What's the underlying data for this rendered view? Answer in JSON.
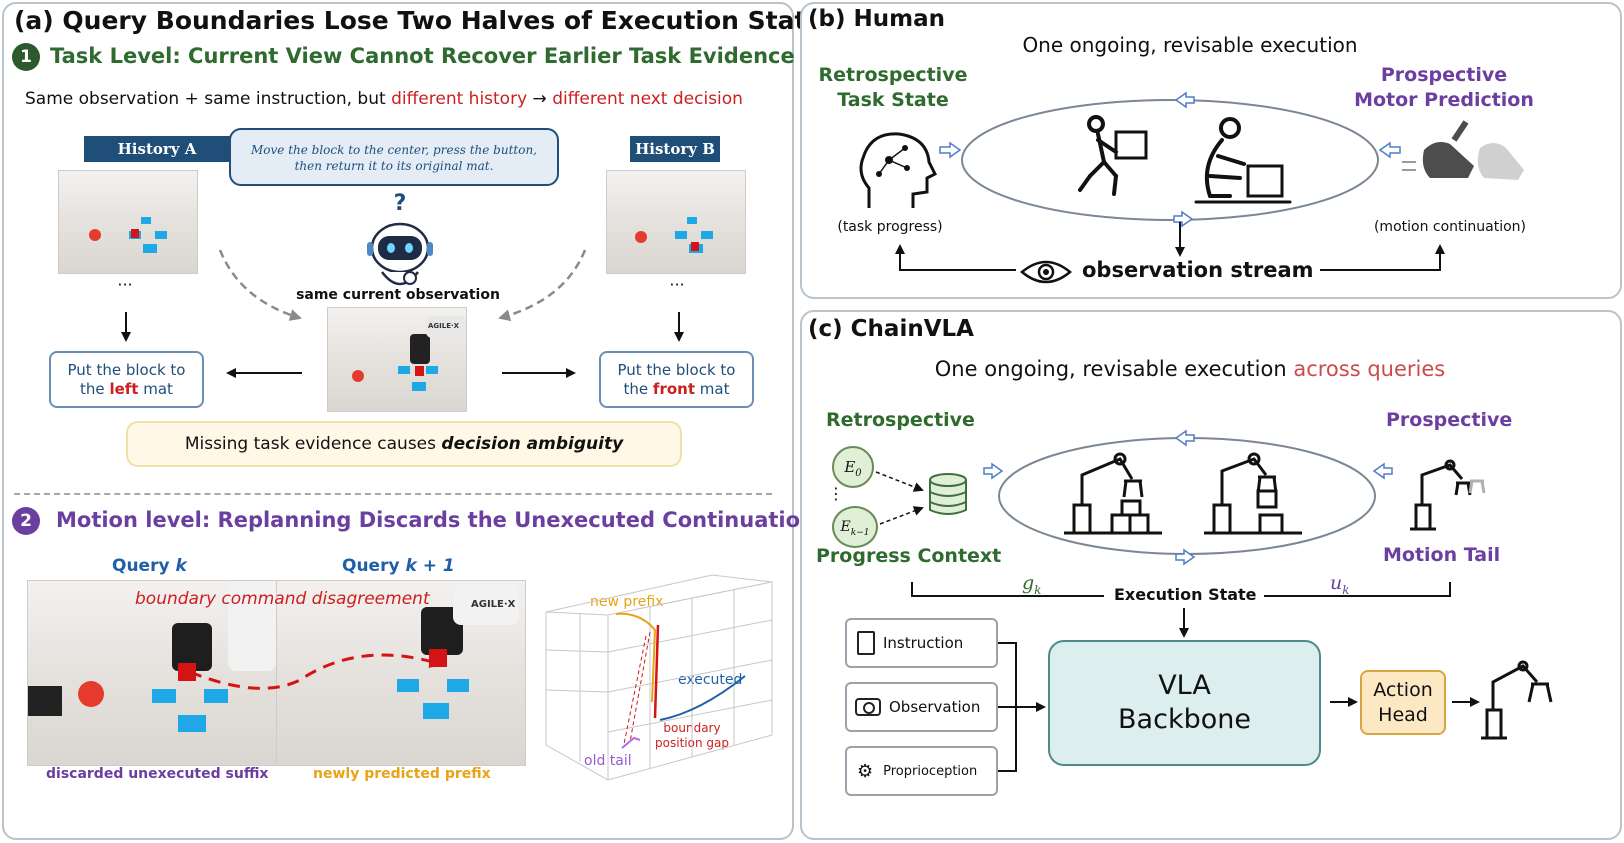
{
  "panel_a": {
    "title": "(a) Query Boundaries Lose Two Halves of Execution State",
    "task": {
      "num": "1",
      "heading": "Task Level: Current View Cannot Recover Earlier Task Evidence",
      "subtitle_start": "Same observation + same instruction, but",
      "subtitle_history": "different history",
      "subtitle_decision": "different next decision",
      "history_a": "History A",
      "history_b": "History B",
      "instruction_line1": "Move the block to the center, press the button,",
      "instruction_line2": "then return it to its original mat.",
      "question_mark": "?",
      "ellipsis": "···",
      "same_obs": "same current observation",
      "robot_brand": "AGILE·X",
      "out_a": {
        "line1": "Put the block to",
        "pre": "the",
        "key": "left",
        "post": "mat"
      },
      "out_b": {
        "line1": "Put the block to",
        "pre": "the",
        "key": "front",
        "post": "mat"
      },
      "ambiguity_pre": "Missing task evidence causes",
      "ambiguity_key": "decision ambiguity"
    },
    "motion": {
      "num": "2",
      "heading": "Motion level: Replanning Discards the Unexecuted Continuation",
      "query_k": "Query",
      "query_k_var": "k",
      "query_k1": "Query",
      "query_k1_var": "k + 1",
      "disagreement": "boundary command disagreement",
      "discarded": "discarded unexecuted suffix",
      "newly": "newly predicted prefix",
      "new_prefix": "new prefix",
      "executed": "executed",
      "gap_line1": "boundary",
      "gap_line2": "position gap",
      "old_tail": "old tail"
    }
  },
  "panel_b": {
    "title": "(b) Human",
    "subtitle": "One ongoing, revisable execution",
    "retro_line1": "Retrospective",
    "retro_line2": "Task State",
    "pro_line1": "Prospective",
    "pro_line2": "Motor Prediction",
    "task_progress": "(task progress)",
    "motion_cont": "(motion continuation)",
    "obs_stream": "observation stream"
  },
  "panel_c": {
    "title": "(c) ChainVLA",
    "subtitle_start": "One ongoing, revisable execution",
    "subtitle_key": "across queries",
    "retro": "Retrospective",
    "pro": "Prospective",
    "e0_base": "E",
    "e0_sub": "0",
    "ek_base": "E",
    "ek_sub": "k−1",
    "vdots": "⋮",
    "progress_ctx": "Progress Context",
    "motion_tail": "Motion Tail",
    "g_base": "g",
    "g_sub": "k",
    "u_base": "u",
    "u_sub": "k",
    "exec_state": "Execution State",
    "instruction": "Instruction",
    "observation": "Observation",
    "proprioception": "Proprioception",
    "vla_line1": "VLA",
    "vla_line2": "Backbone",
    "head_line1": "Action",
    "head_line2": "Head"
  },
  "colors": {
    "green": "#2f6b2f",
    "purple": "#6b3fa0",
    "red": "#cc1f1f",
    "navy": "#1f4e79",
    "blue_label": "#1f5fa8",
    "orange": "#e8a317",
    "tile": "#1fa8e6",
    "vla_fill": "#dcefee",
    "head_fill": "#fde8c4"
  }
}
